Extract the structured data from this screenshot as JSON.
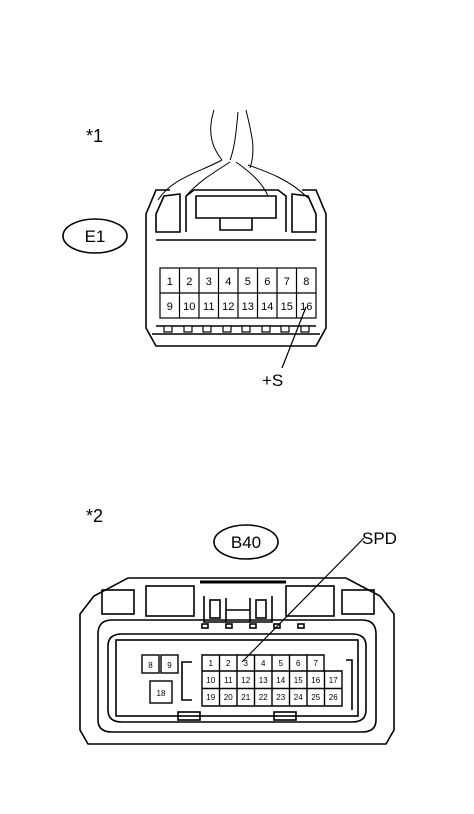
{
  "figure_1": {
    "marker": "*1",
    "connector_id": "E1",
    "pins_row1": [
      "1",
      "2",
      "3",
      "4",
      "5",
      "6",
      "7",
      "8"
    ],
    "pins_row2": [
      "9",
      "10",
      "11",
      "12",
      "13",
      "14",
      "15",
      "16"
    ],
    "terminal_label": "+S"
  },
  "figure_2": {
    "marker": "*2",
    "connector_id": "B40",
    "terminal_label": "SPD",
    "left_block": {
      "top": [
        "8",
        "9"
      ],
      "bottom": [
        "18"
      ]
    },
    "pins_row1": [
      "1",
      "2",
      "3",
      "4",
      "5",
      "6",
      "7"
    ],
    "pins_row2": [
      "10",
      "11",
      "12",
      "13",
      "14",
      "15",
      "16",
      "17"
    ],
    "pins_row3": [
      "19",
      "20",
      "21",
      "22",
      "23",
      "24",
      "25",
      "26"
    ]
  }
}
